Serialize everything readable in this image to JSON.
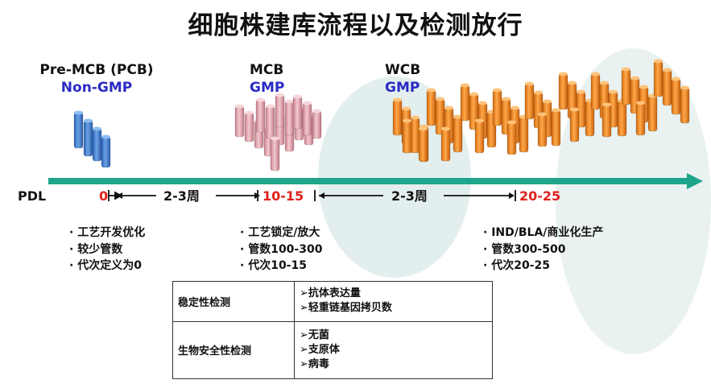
{
  "title": "细胞株建库流程以及检测放行",
  "stages": [
    {
      "name": "Pre-MCB (PCB)",
      "grade": "Non-GMP"
    },
    {
      "name": "MCB",
      "grade": "GMP"
    },
    {
      "name": "WCB",
      "grade": "GMP"
    }
  ],
  "axis": {
    "label": "PDL",
    "marks": [
      "0",
      "10-15",
      "20-25"
    ],
    "intervals": [
      "2-3周",
      "2-3周"
    ]
  },
  "notes": [
    [
      "工艺开发优化",
      "较少管数",
      "代次定义为0"
    ],
    [
      "工艺锁定/放大",
      "管数100-300",
      "代次10-15"
    ],
    [
      "IND/BLA/商业化生产",
      "管数300-500",
      "代次20-25"
    ]
  ],
  "tests": [
    {
      "name": "稳定性检测",
      "items": [
        "抗体表达量",
        "轻重链基因拷贝数"
      ]
    },
    {
      "name": "生物安全性检测",
      "items": [
        "无菌",
        "支原体",
        "病毒"
      ]
    }
  ],
  "colors": {
    "pcb_tube": "#3f7fd2",
    "mcb_tube": "#e6a3ae",
    "wcb_tube": "#f0891e",
    "arrow": "#1fa58c",
    "stage_grade": "#2a2bc4",
    "pdl_value": "#e0201c"
  }
}
